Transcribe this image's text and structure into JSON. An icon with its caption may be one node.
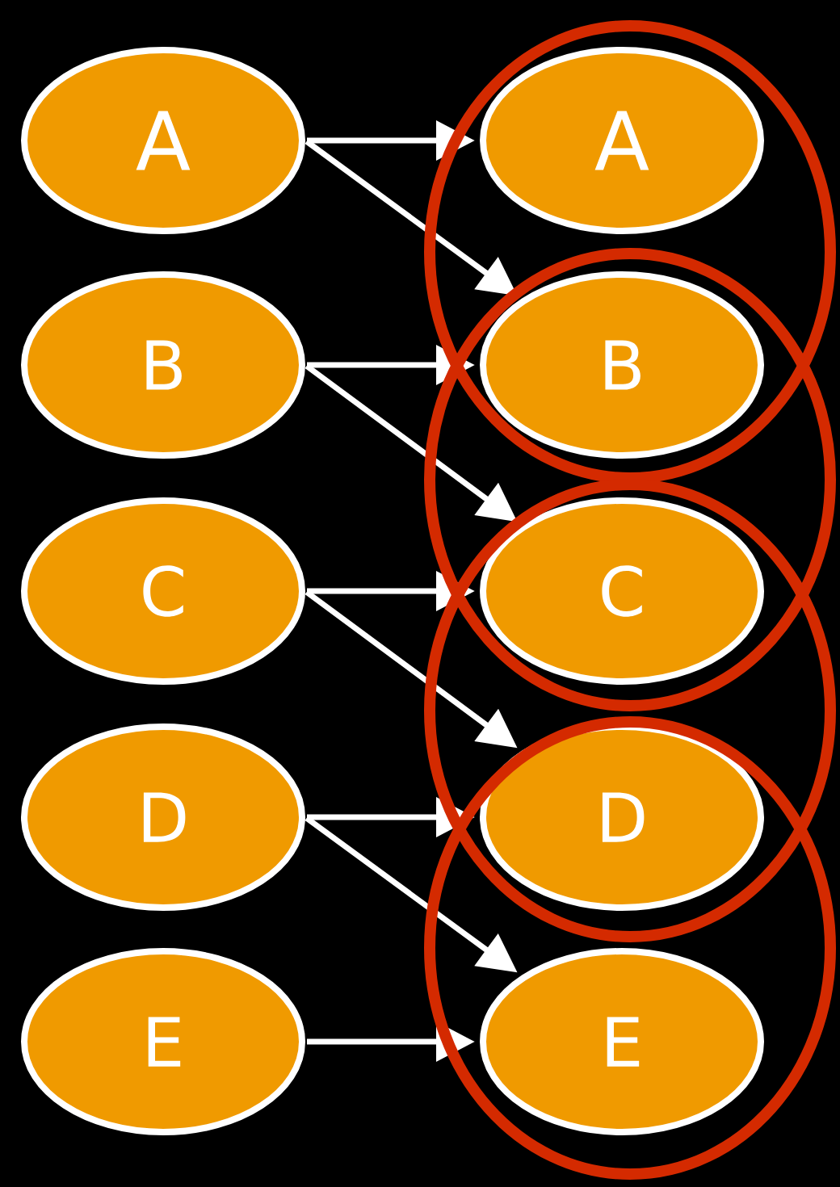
{
  "diagram": {
    "nodes": [
      {
        "text": [
          "A"
        ]
      },
      {
        "text": [
          "B"
        ]
      },
      {
        "text": [
          "C"
        ]
      },
      {
        "text": [
          "D"
        ]
      },
      {
        "text": [
          "E"
        ]
      },
      {
        "text": [
          "A"
        ]
      },
      {
        "text": [
          "B"
        ]
      },
      {
        "text": [
          "C"
        ]
      },
      {
        "text": [
          "D"
        ]
      },
      {
        "text": [
          "E"
        ]
      }
    ],
    "edges": [
      {
        "from": 0,
        "to": 5,
        "arrow": "to"
      },
      {
        "from": 0,
        "to": 6,
        "arrow": "to"
      },
      {
        "from": 1,
        "to": 6,
        "arrow": "to"
      },
      {
        "from": 1,
        "to": 7,
        "arrow": "to"
      },
      {
        "from": 2,
        "to": 7,
        "arrow": "to"
      },
      {
        "from": 2,
        "to": 8,
        "arrow": "to"
      },
      {
        "from": 3,
        "to": 8,
        "arrow": "to"
      },
      {
        "from": 3,
        "to": 9,
        "arrow": "to"
      },
      {
        "from": 4,
        "to": 9,
        "arrow": "to"
      }
    ]
  }
}
